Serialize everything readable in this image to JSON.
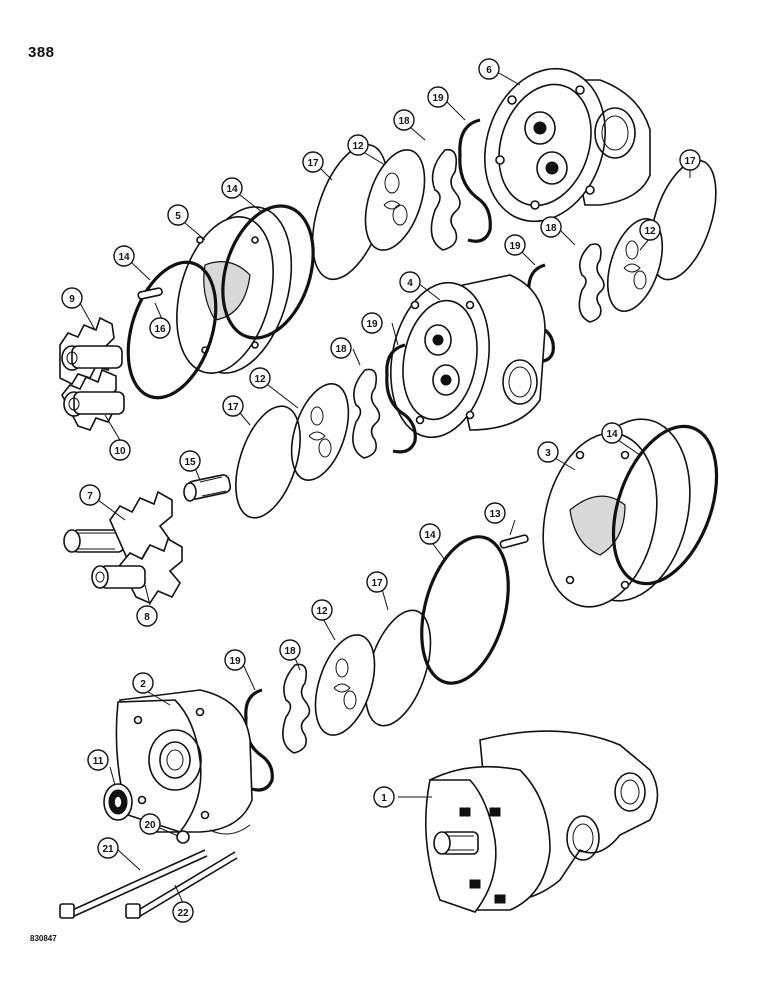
{
  "page": {
    "number": "388",
    "drawing_code": "830847"
  },
  "callouts": [
    "1",
    "2",
    "3",
    "4",
    "5",
    "6",
    "7",
    "8",
    "9",
    "10",
    "11",
    "12",
    "13",
    "14",
    "15",
    "16",
    "17",
    "18",
    "19",
    "20",
    "21",
    "22"
  ]
}
